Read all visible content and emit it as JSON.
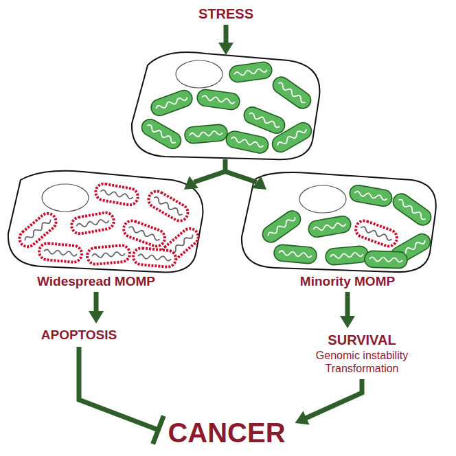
{
  "diagram": {
    "nodes": [
      {
        "text": [
          "STRESS"
        ]
      },
      {
        "text": [
          "Widespread MOMP"
        ]
      },
      {
        "text": [
          "APOPTOSIS"
        ]
      },
      {
        "text": [
          "Minority MOMP"
        ]
      },
      {
        "text": [
          "SURVIVAL",
          "Genomic instability Transformation"
        ]
      },
      {
        "text": [
          "CANCER"
        ]
      }
    ],
    "edges": [
      {
        "from": 1,
        "to": 2,
        "arrow": "to"
      },
      {
        "from": 3,
        "to": 4,
        "arrow": "to"
      },
      {
        "from": 2,
        "to": 5,
        "arrow": "to"
      },
      {
        "from": 4,
        "to": 5,
        "arrow": "to"
      }
    ]
  }
}
